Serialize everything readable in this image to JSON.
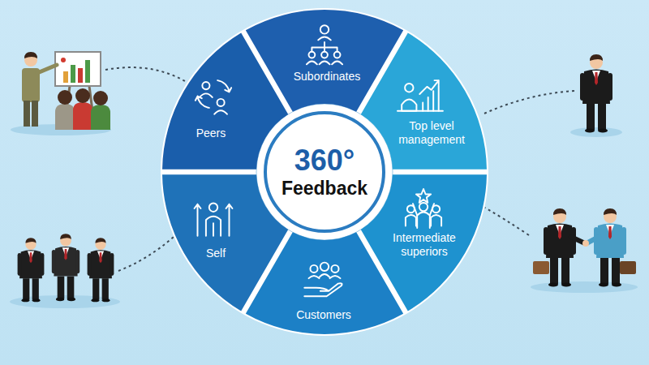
{
  "diagram": {
    "nodes": [
      {
        "text": [
          "360°",
          "Feedback"
        ]
      },
      {
        "text": [
          "Subordinates"
        ]
      },
      {
        "text": [
          "Top level management"
        ]
      },
      {
        "text": [
          "Intermediate superiors"
        ]
      },
      {
        "text": [
          "Customers"
        ]
      },
      {
        "text": [
          "Self"
        ]
      },
      {
        "text": [
          "Peers"
        ]
      }
    ]
  }
}
